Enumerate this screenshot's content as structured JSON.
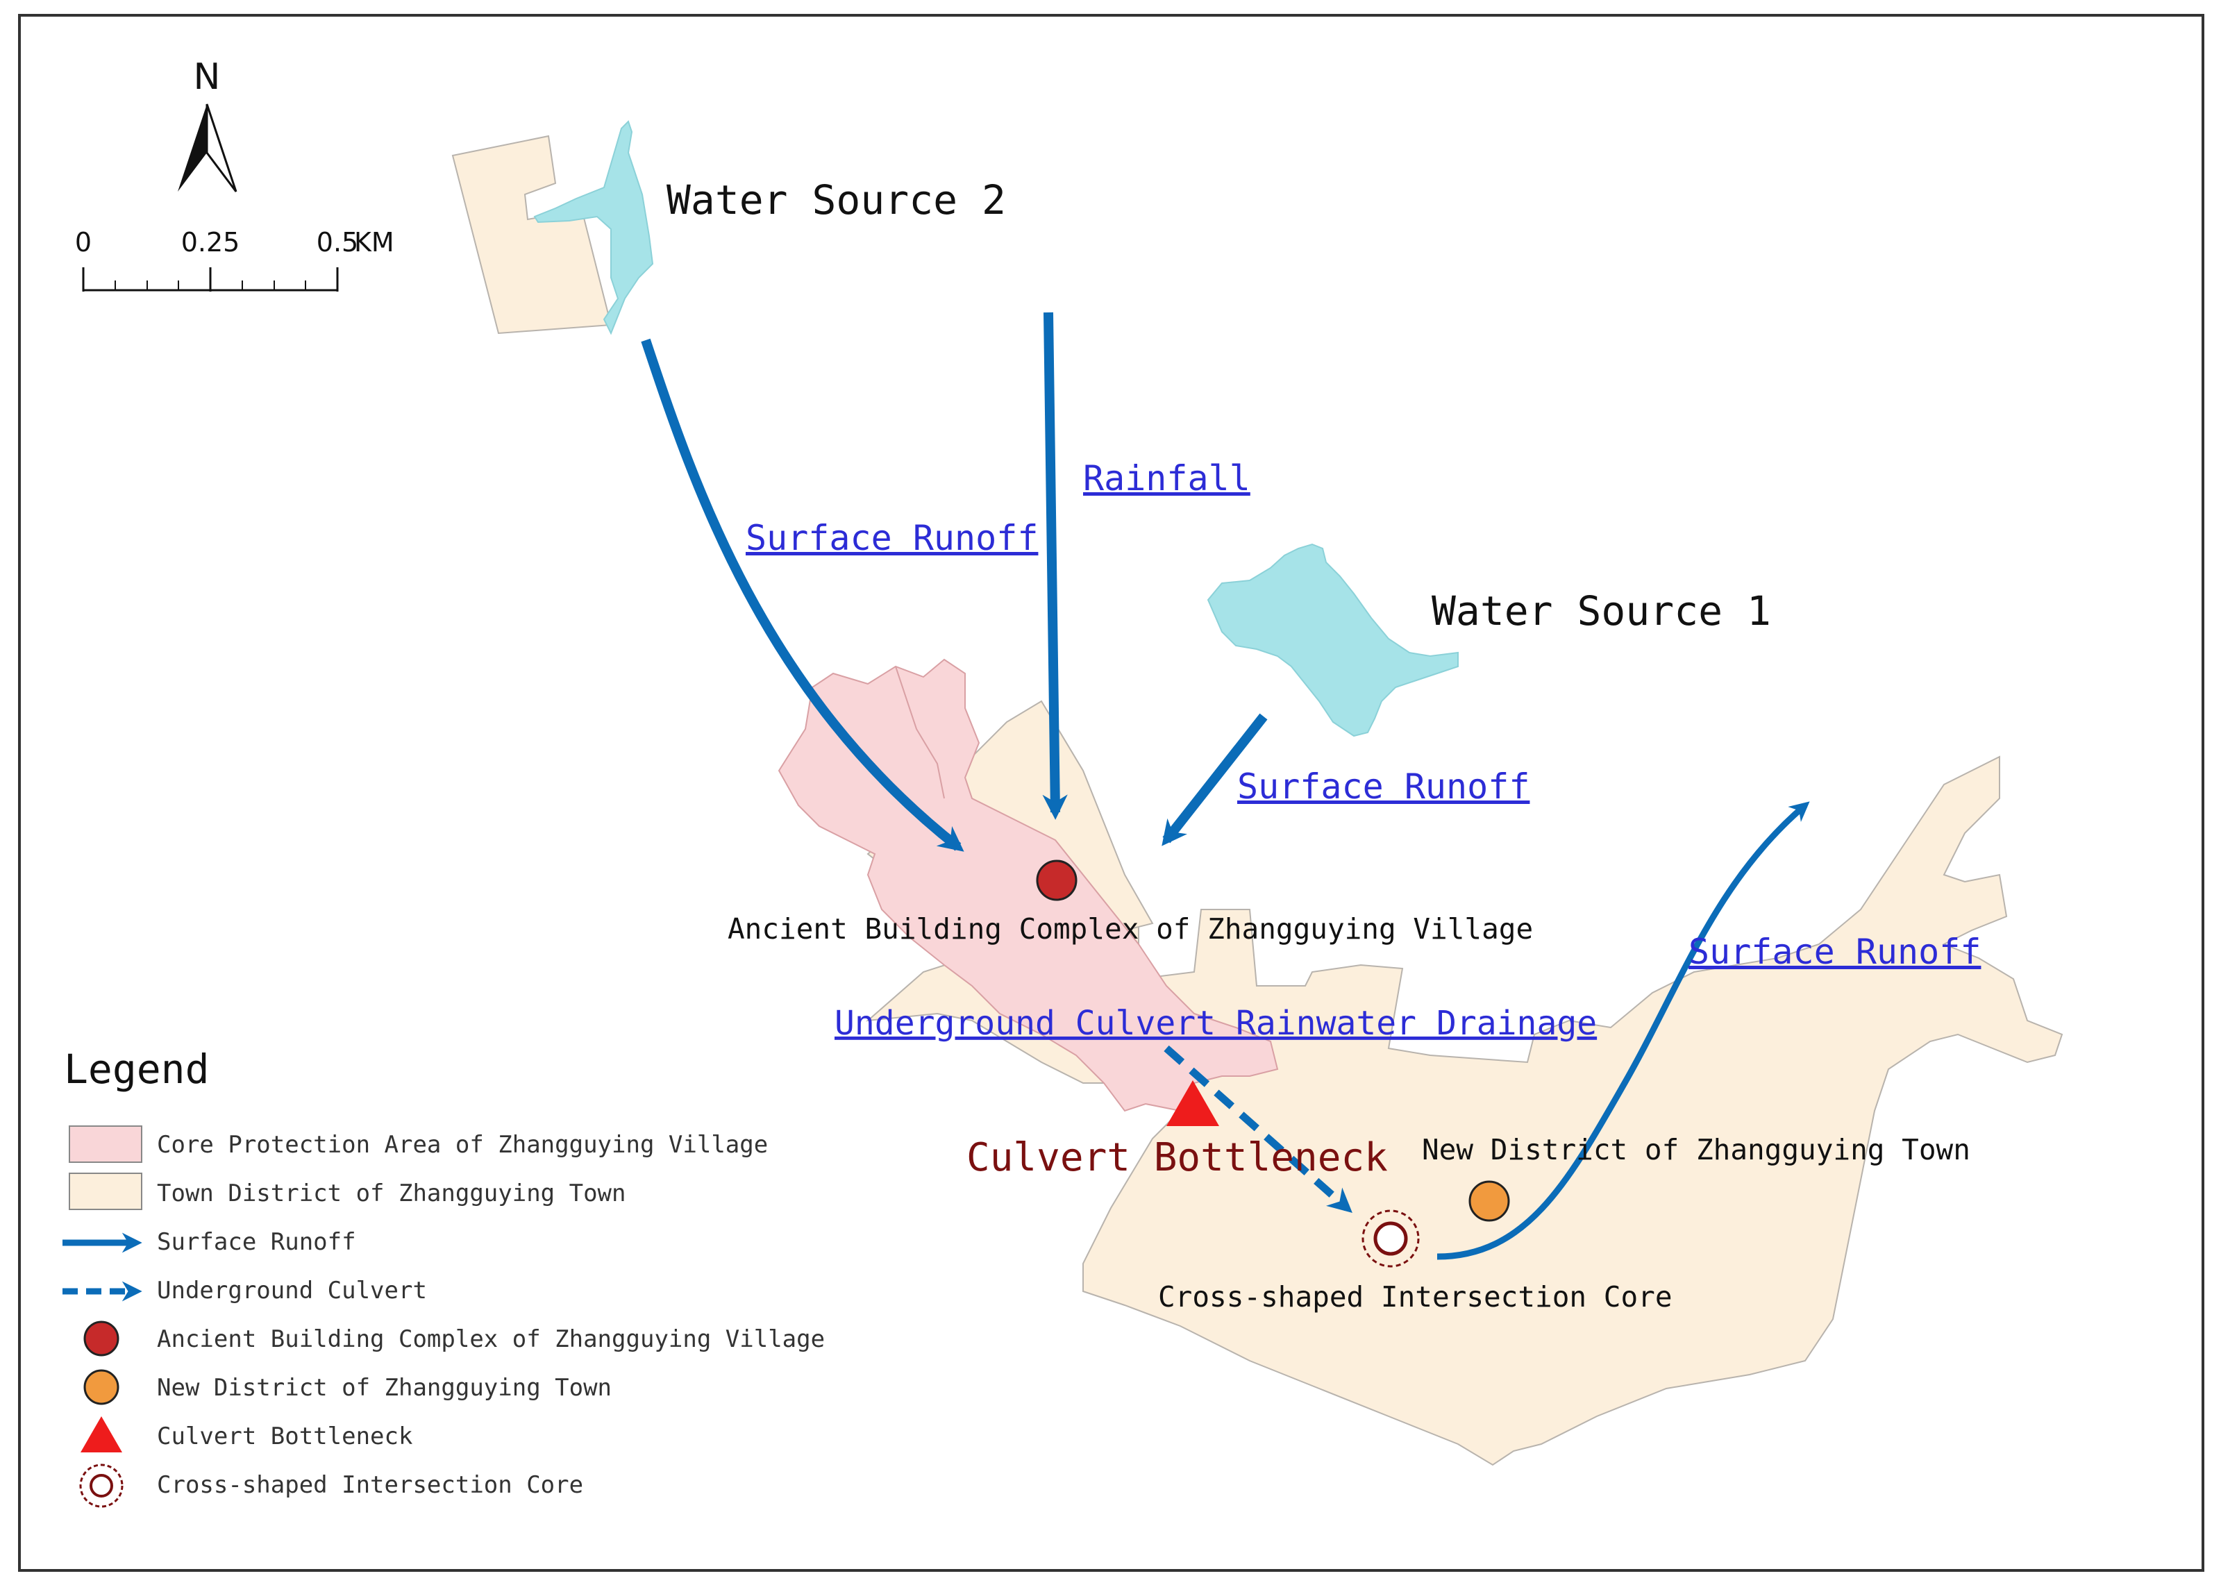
{
  "north_arrow": {
    "letter": "N"
  },
  "scale_bar": {
    "tick_labels": [
      "0",
      "0.25",
      "0.5"
    ],
    "unit": "KM"
  },
  "labels": {
    "water_source_2": "Water Source 2",
    "water_source_1": "Water Source 1",
    "rainfall": "Rainfall",
    "surface_runoff_nw": "Surface Runoff",
    "surface_runoff_ne": "Surface Runoff",
    "surface_runoff_east": "Surface Runoff",
    "ancient_complex": "Ancient Building Complex of Zhangguying Village",
    "underground_drainage": "Underground Culvert Rainwater Drainage",
    "culvert_bottleneck": "Culvert Bottleneck",
    "new_district": "New District of Zhangguying Town",
    "cross_core": "Cross-shaped Intersection Core"
  },
  "legend": {
    "title": "Legend",
    "items": [
      {
        "label": "Core Protection Area of Zhangguying Village"
      },
      {
        "label": "Town District of Zhangguying Town"
      },
      {
        "label": "Surface Runoff"
      },
      {
        "label": "Underground Culvert"
      },
      {
        "label": "Ancient Building Complex of Zhangguying Village"
      },
      {
        "label": "New District of Zhangguying Town"
      },
      {
        "label": "Culvert Bottleneck"
      },
      {
        "label": "Cross-shaped Intersection Core"
      }
    ]
  },
  "colors": {
    "town_fill": "#fcefdc",
    "core_fill": "#f9d6d8",
    "water_fill": "#a6e3e8",
    "arrow": "#0b6cb8",
    "ancient_marker": "#c62a2a",
    "new_district_marker": "#f19a3e",
    "bottleneck": "#ee1c1c",
    "cross_core": "#7a1010",
    "bottleneck_text": "#7a1010",
    "link_text": "#2c2cd6"
  }
}
